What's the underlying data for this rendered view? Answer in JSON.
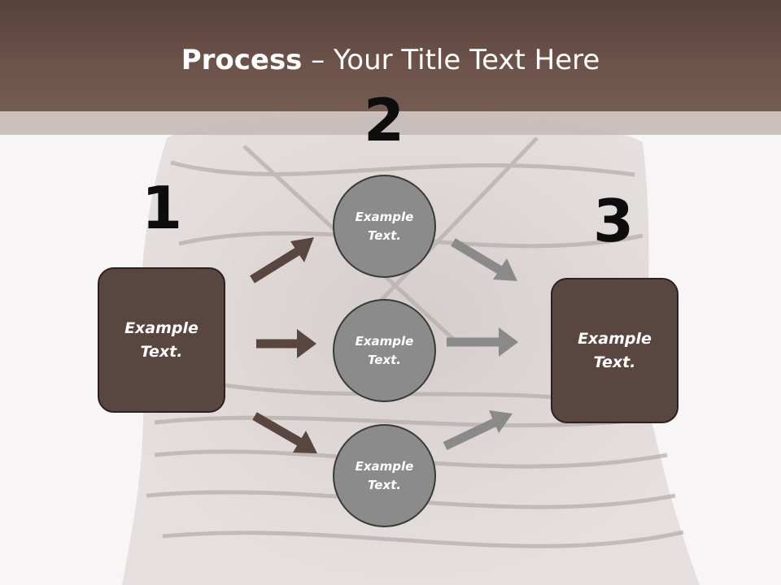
{
  "slide": {
    "title_bold": "Process",
    "title_rest": " – Your Title Text Here"
  },
  "steps": {
    "num_1": "1",
    "num_2": "2",
    "num_3": "3"
  },
  "boxes": {
    "left": "Example\nText.",
    "right": "Example\nText."
  },
  "circles": [
    {
      "label": "Example\nText."
    },
    {
      "label": "Example\nText."
    },
    {
      "label": "Example\nText."
    }
  ],
  "colors": {
    "title_band": "#6c5249",
    "box_fill": "#594640",
    "circle_fill": "#8b8b8b",
    "arrow_dark": "#594640",
    "arrow_gray": "#8a8a8a"
  }
}
